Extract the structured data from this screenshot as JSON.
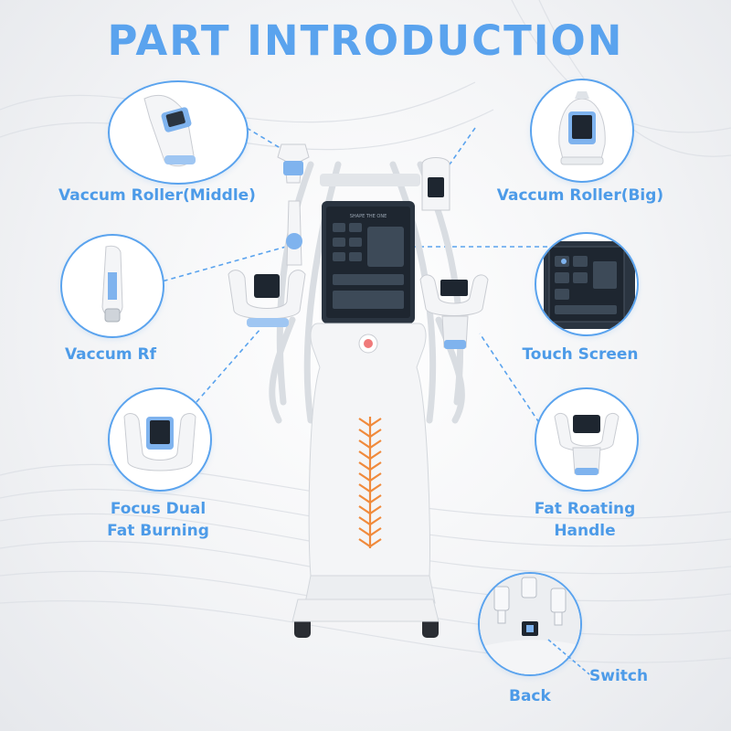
{
  "title": "PART INTRODUCTION",
  "parts": [
    {
      "id": "vaccum-roller-middle",
      "label": "Vaccum Roller(Middle)"
    },
    {
      "id": "vaccum-roller-big",
      "label": "Vaccum Roller(Big)"
    },
    {
      "id": "vaccum-rf",
      "label": "Vaccum Rf"
    },
    {
      "id": "touch-screen",
      "label": "Touch Screen"
    },
    {
      "id": "focus-dual-fat-burning",
      "label_line1": "Focus Dual",
      "label_line2": "Fat Burning"
    },
    {
      "id": "fat-roating-handle",
      "label_line1": "Fat Roating",
      "label_line2": "Handle"
    },
    {
      "id": "switch",
      "label": "Switch"
    },
    {
      "id": "back",
      "label": "Back"
    }
  ],
  "screen_text": "SHAPE THE ONE",
  "colors": {
    "accent_blue": "#5aa3ee",
    "device_white": "#f4f5f7",
    "screen_dark": "#1e2630",
    "orange_pattern": "#f08a3c"
  }
}
